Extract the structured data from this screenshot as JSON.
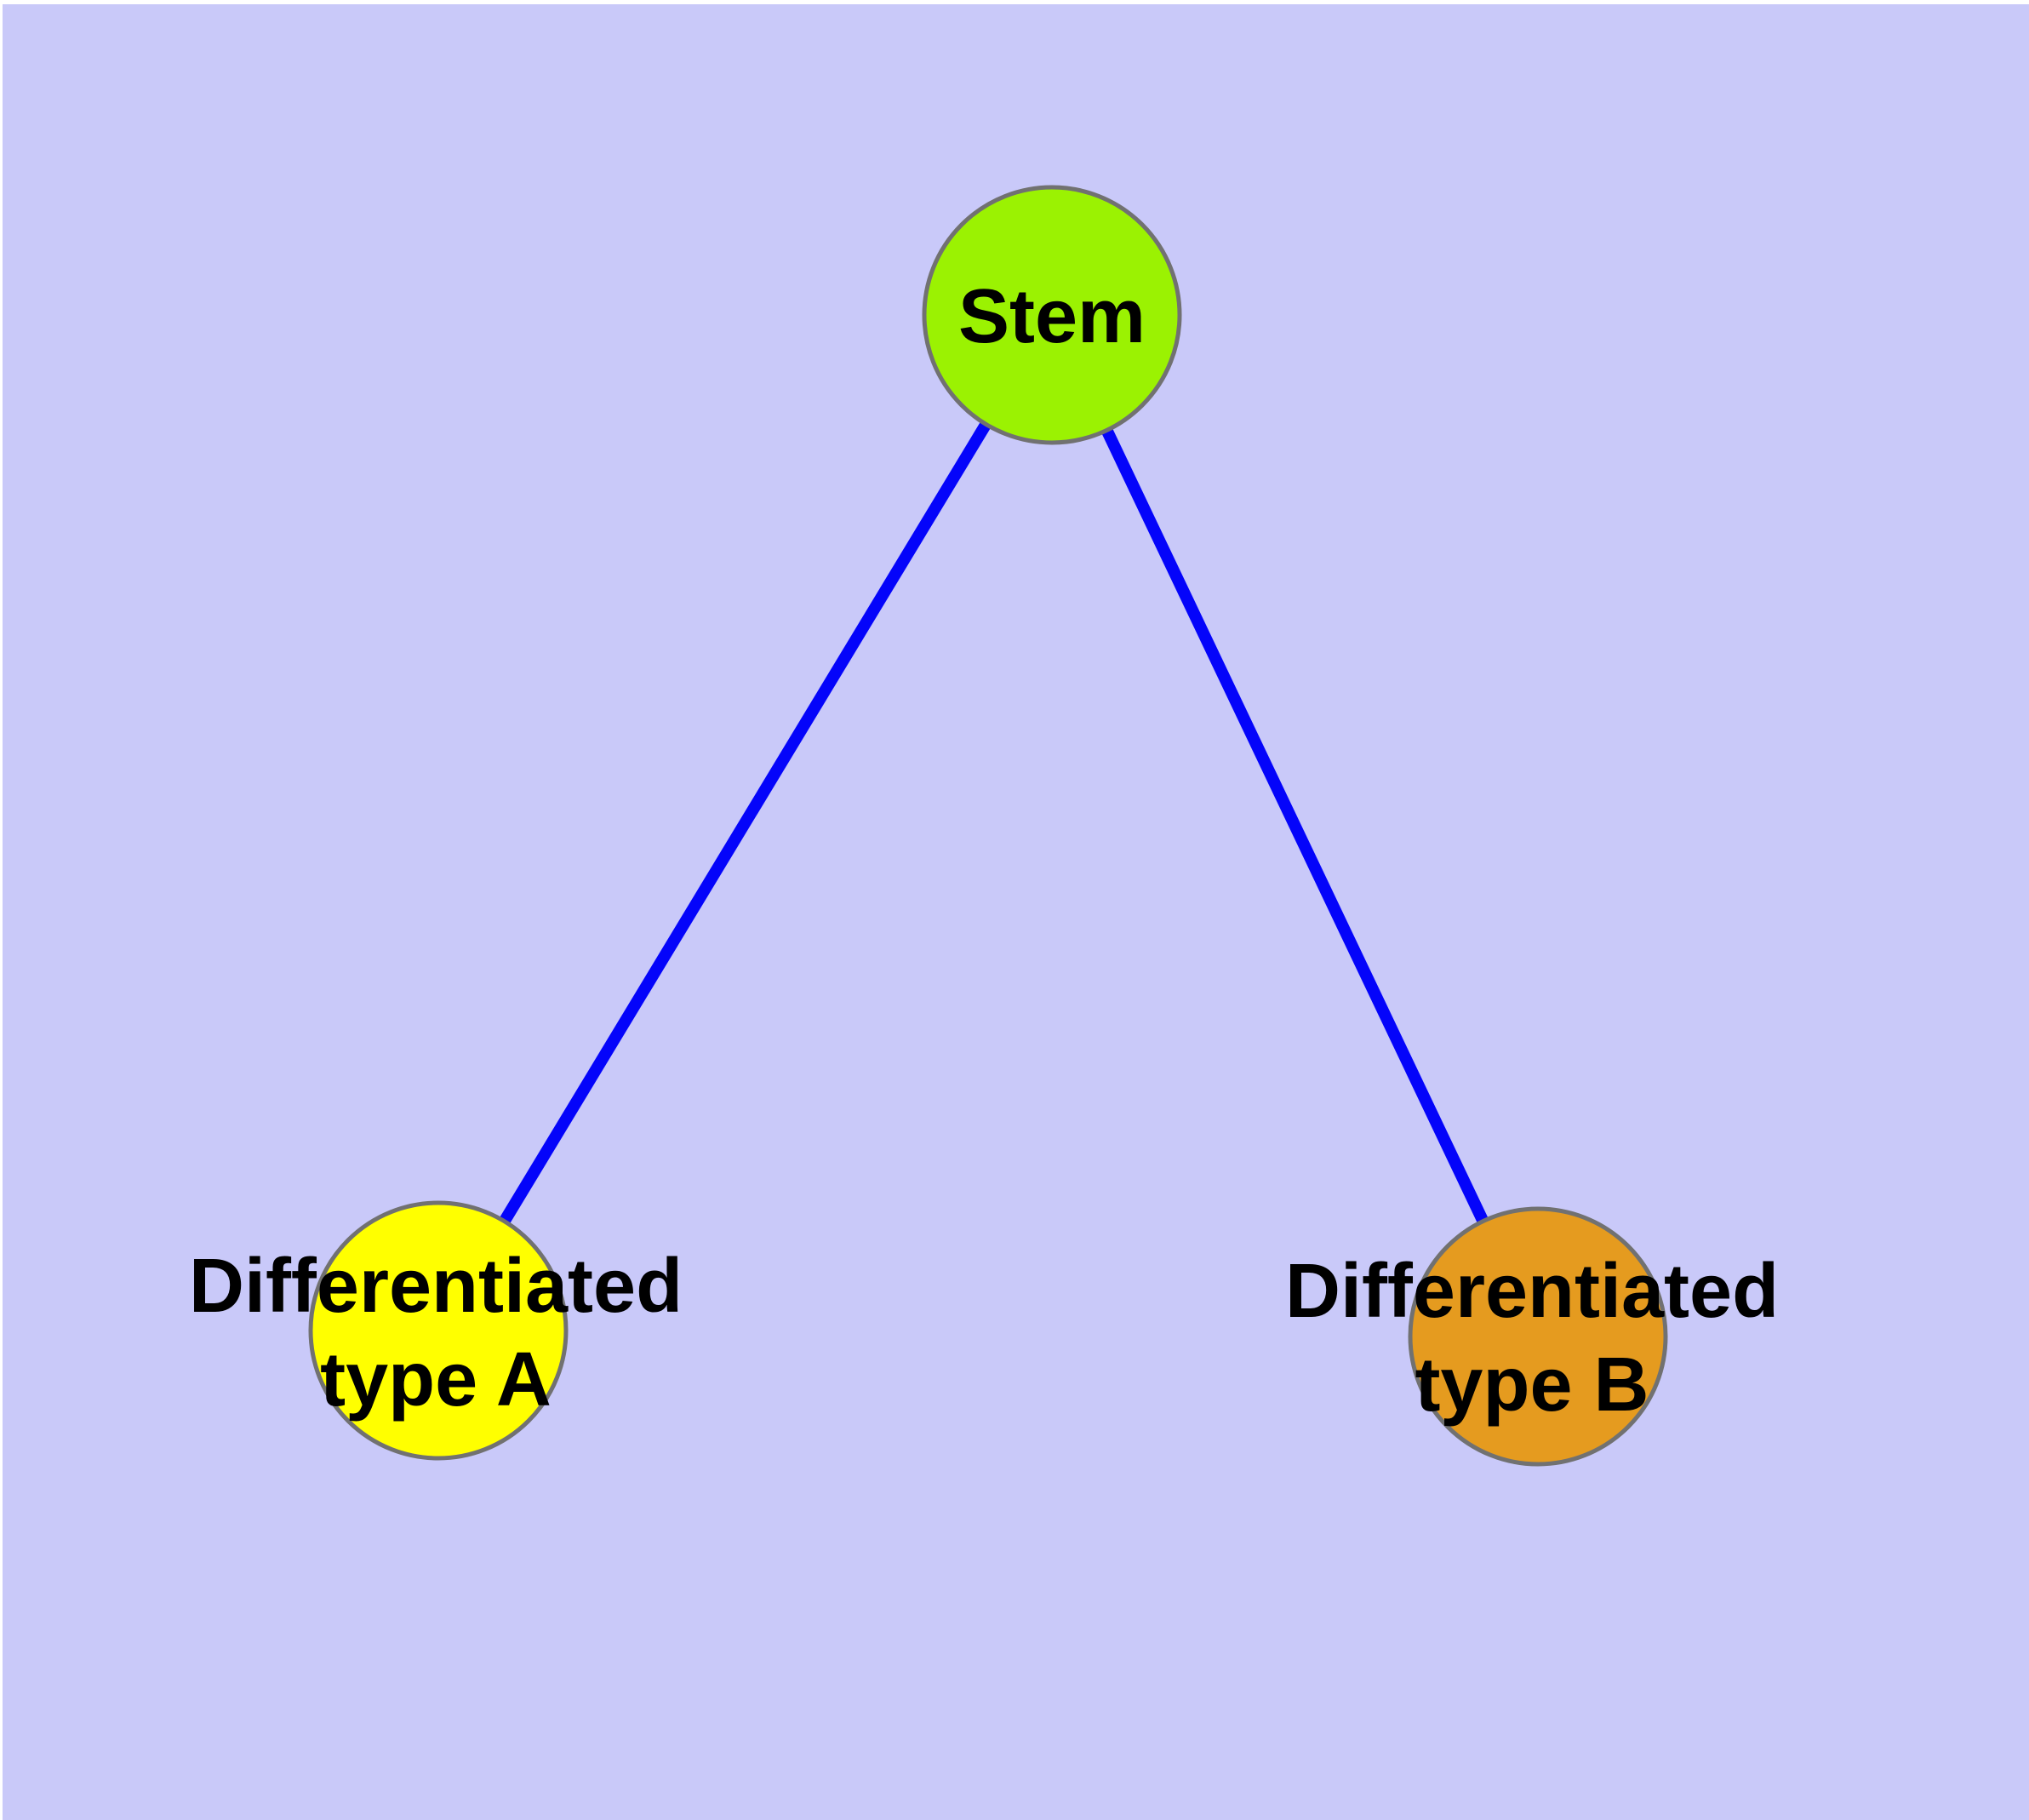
{
  "diagram": {
    "background_color": "#C9C9F9",
    "edge_color": "#0404FA",
    "node_border_color": "#717171",
    "label_color": "#000000",
    "nodes": [
      {
        "id": "stem",
        "label": "Stem",
        "line1": "Stem",
        "line2": "",
        "fill": "#9BF202"
      },
      {
        "id": "type-a",
        "label": "Differentiated type A",
        "line1": "Differentiated",
        "line2": "type A",
        "fill": "#FFFF00"
      },
      {
        "id": "type-b",
        "label": "Differentiated type B",
        "line1": "Differentiated",
        "line2": "type B",
        "fill": "#E59B1F"
      }
    ],
    "edges": [
      {
        "from": "Stem",
        "to": "Differentiated type A"
      },
      {
        "from": "Stem",
        "to": "Differentiated type B"
      }
    ]
  }
}
